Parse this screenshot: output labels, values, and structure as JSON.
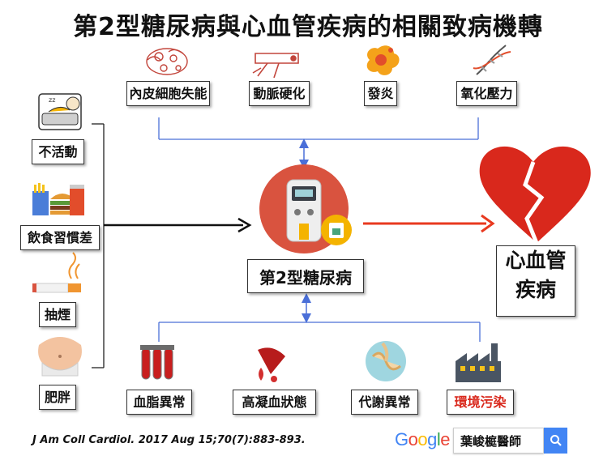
{
  "title": "第2型糖尿病與心血管疾病的相關致病機轉",
  "center": {
    "label": "第2型糖尿病"
  },
  "outcome": {
    "line1": "心血管",
    "line2": "疾病"
  },
  "top_mechanisms": [
    {
      "label": "內皮細胞失能",
      "icon": "endothelial-cells-icon"
    },
    {
      "label": "動脈硬化",
      "icon": "artery-icon"
    },
    {
      "label": "發炎",
      "icon": "inflammation-icon"
    },
    {
      "label": "氧化壓力",
      "icon": "dna-icon"
    }
  ],
  "bottom_mechanisms": [
    {
      "label": "血脂異常",
      "icon": "blood-tubes-icon"
    },
    {
      "label": "高凝血狀態",
      "icon": "blood-drops-icon"
    },
    {
      "label": "代謝異常",
      "icon": "metabolism-icon"
    },
    {
      "label": "環境污染",
      "icon": "factory-icon",
      "color": "#d9281c"
    }
  ],
  "risk_factors": [
    {
      "label": "不活動",
      "icon": "sleeping-couch-icon"
    },
    {
      "label": "飲食習慣差",
      "icon": "fast-food-icon"
    },
    {
      "label": "抽煙",
      "icon": "cigarette-icon"
    },
    {
      "label": "肥胖",
      "icon": "obese-belly-icon"
    }
  ],
  "citation": "J Am Coll Cardiol. 2017 Aug 15;70(7):883-893.",
  "google_logo": "Google",
  "search": {
    "query": "葉峻榳醫師",
    "icon": "search-icon"
  },
  "colors": {
    "connector_blue": "#4a6fd8",
    "arrow_red": "#e8391f",
    "heart_red": "#d9281c",
    "circle_red": "#d9533f",
    "google_blue": "#4285f4"
  }
}
